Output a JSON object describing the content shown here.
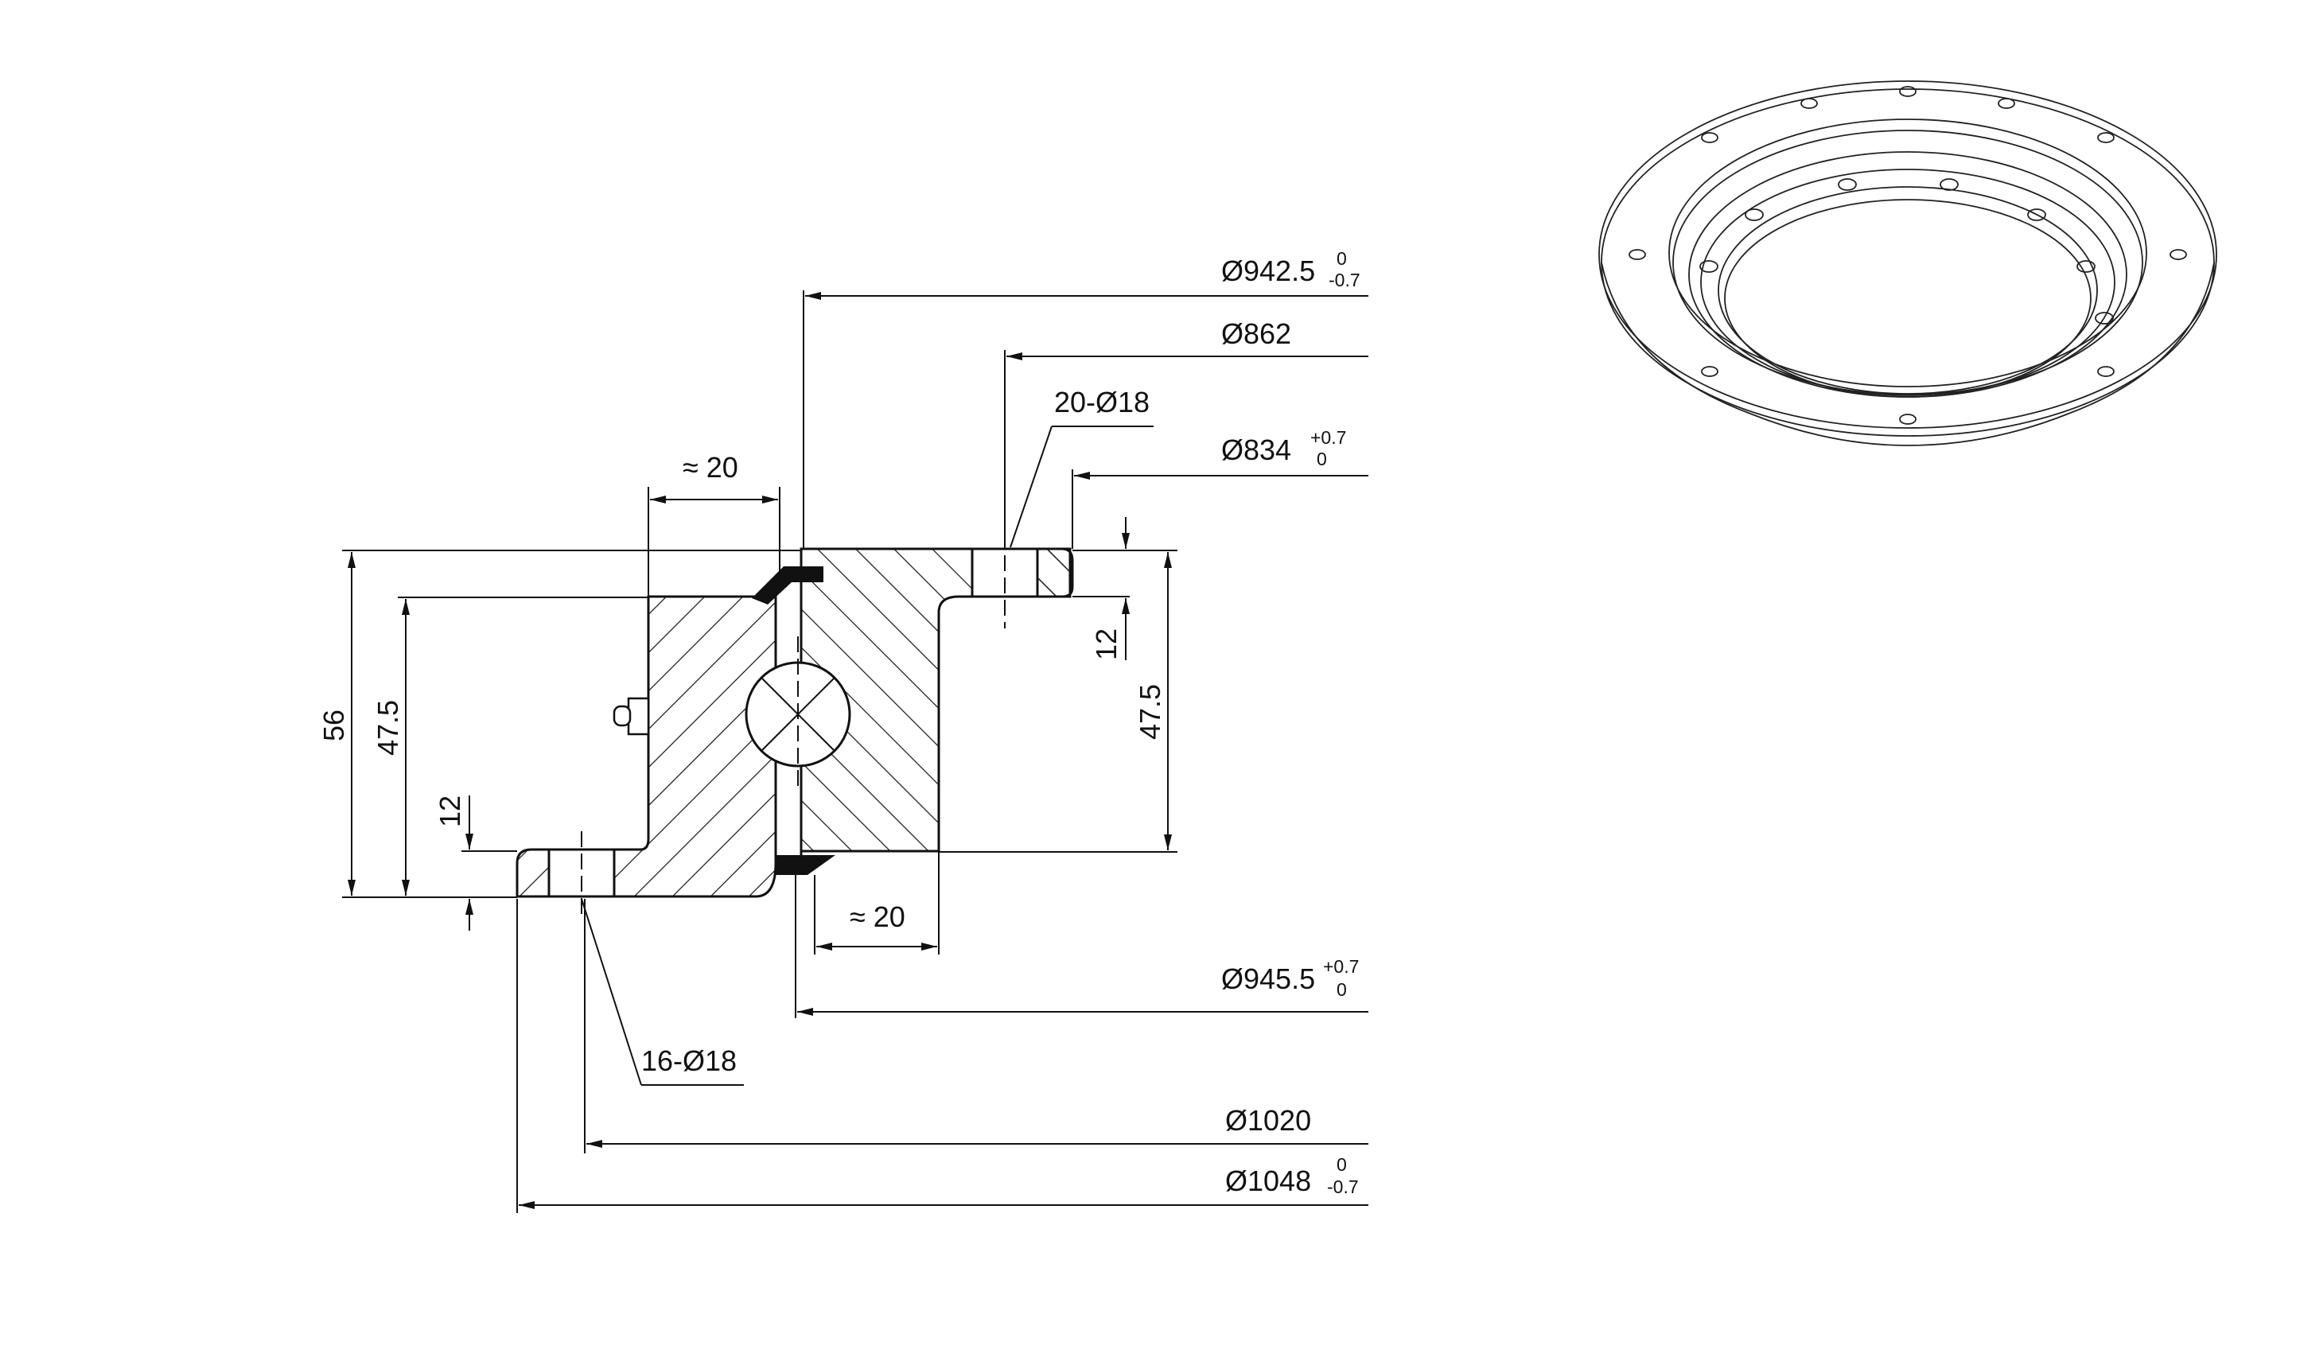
{
  "dimensions": {
    "d942": {
      "label": "Ø942.5",
      "tol_upper": "0",
      "tol_lower": "-0.7"
    },
    "d862": {
      "label": "Ø862"
    },
    "holes_top": {
      "label": "20-Ø18"
    },
    "d834": {
      "label": "Ø834",
      "tol_upper": "+0.7",
      "tol_lower": "0"
    },
    "approx_top": {
      "label": "≈ 20"
    },
    "approx_bottom": {
      "label": "≈ 20"
    },
    "h56": {
      "label": "56"
    },
    "h47_left": {
      "label": "47.5"
    },
    "h12_left": {
      "label": "12"
    },
    "h12_right": {
      "label": "12"
    },
    "h47_right": {
      "label": "47.5"
    },
    "d945": {
      "label": "Ø945.5",
      "tol_upper": "+0.7",
      "tol_lower": "0"
    },
    "holes_bottom": {
      "label": "16-Ø18"
    },
    "d1020": {
      "label": "Ø1020"
    },
    "d1048": {
      "label": "Ø1048",
      "tol_upper": "0",
      "tol_lower": "-0.7"
    }
  },
  "colors": {
    "line": "#111111",
    "seal": "#111111",
    "background": "#ffffff"
  }
}
